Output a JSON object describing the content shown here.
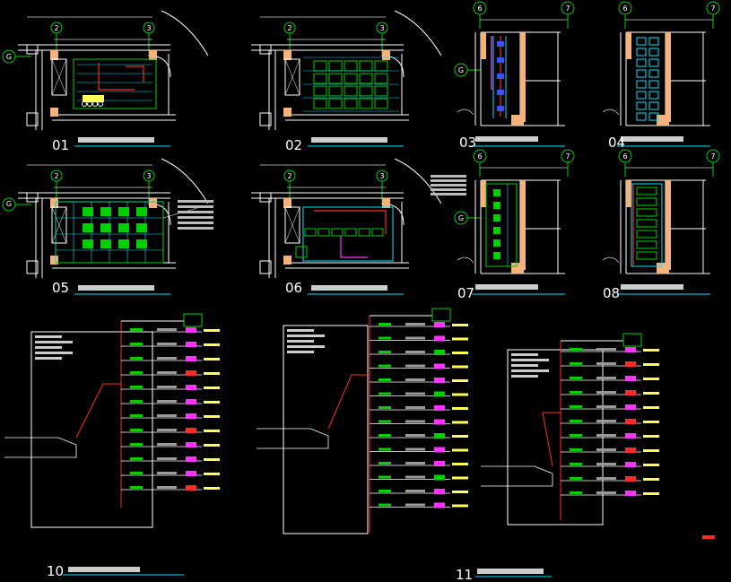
{
  "drawing": {
    "background": "#000000",
    "colors": {
      "wall": "#ffffff",
      "column": "#f5b27a",
      "grid": "#00d000",
      "cyan": "#00e5ff",
      "red": "#ff2a2a",
      "magenta": "#ff33ff",
      "yellow": "#ffff55",
      "blue": "#3355ff",
      "grey": "#9a9a9a"
    }
  },
  "panels": [
    {
      "num": "01",
      "axes": [
        "2",
        "3",
        "G"
      ]
    },
    {
      "num": "02",
      "axes": [
        "2",
        "3"
      ]
    },
    {
      "num": "03",
      "axes": [
        "6",
        "7",
        "G"
      ]
    },
    {
      "num": "04",
      "axes": [
        "6",
        "7"
      ]
    },
    {
      "num": "05",
      "axes": [
        "2",
        "3",
        "G"
      ]
    },
    {
      "num": "06",
      "axes": [
        "2",
        "3"
      ]
    },
    {
      "num": "07",
      "axes": [
        "6",
        "7",
        "G"
      ]
    },
    {
      "num": "08",
      "axes": [
        "6",
        "7"
      ]
    }
  ],
  "schematics": [
    {
      "num": "10"
    },
    {
      "num": "11"
    }
  ]
}
